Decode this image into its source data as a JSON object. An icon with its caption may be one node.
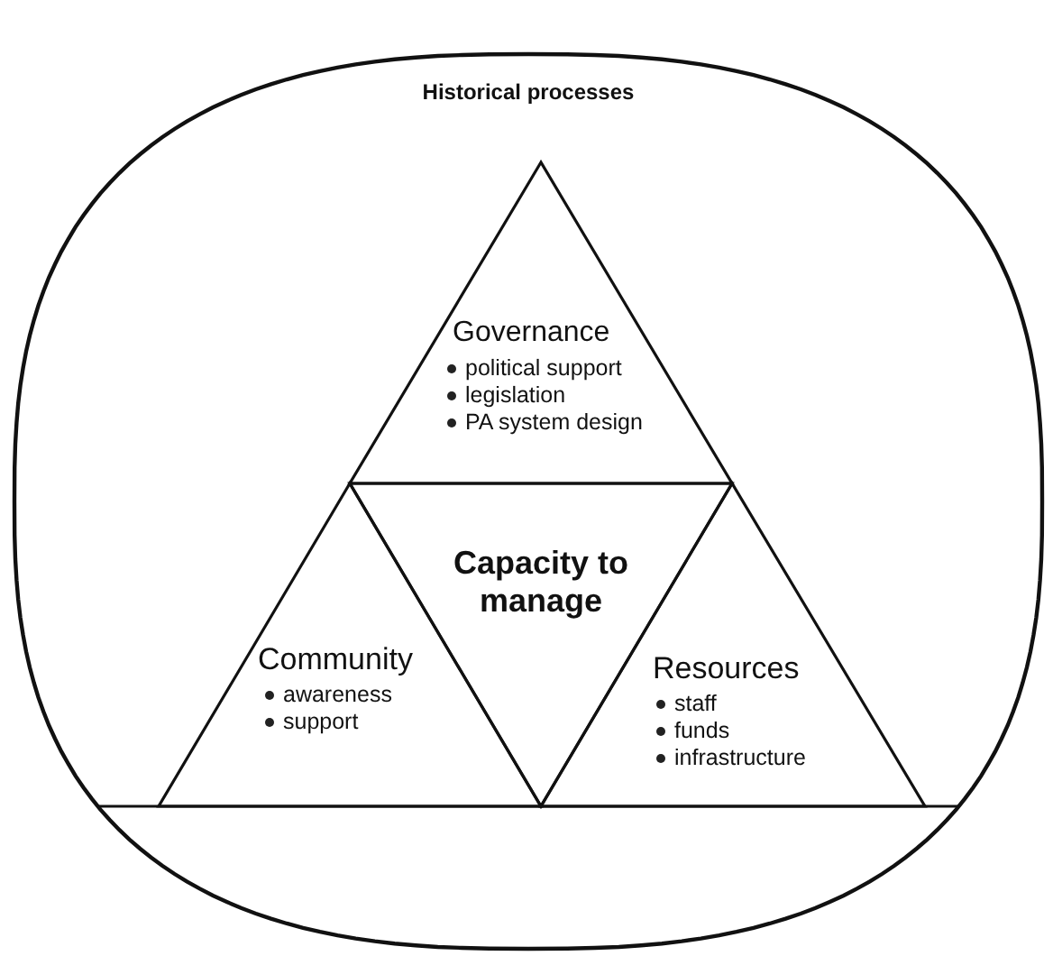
{
  "diagram": {
    "nodes": [
      {
        "text": [
          "Historical processes"
        ]
      },
      {
        "text": [
          "Governance",
          "political support",
          "legislation",
          "PA system design"
        ],
        "in": 0
      },
      {
        "text": [
          "Capacity to manage"
        ],
        "in": 0
      },
      {
        "text": [
          "Community",
          "awareness",
          "support"
        ],
        "in": 0
      },
      {
        "text": [
          "Resources",
          "staff",
          "funds",
          "infrastructure"
        ],
        "in": 0
      }
    ],
    "edges": []
  }
}
